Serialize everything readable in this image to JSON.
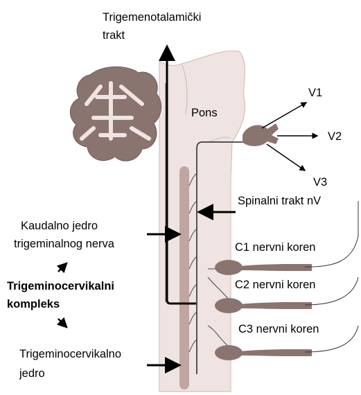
{
  "labels": {
    "tract_line1": "Trigemenotalamički",
    "tract_line2": "trakt",
    "pons": "Pons",
    "v1": "V1",
    "v2": "V2",
    "v3": "V3",
    "spinal_tract": "Spinalni trakt nV",
    "caudal_line1": "Kaudalno jedro",
    "caudal_line2": "trigeminalnog nerva",
    "complex_line1": "Trigeminocervikalni",
    "complex_line2": "kompleks",
    "tcn_line1": "Trigeminocervikalno",
    "tcn_line2": "jedro",
    "c1": "C1 nervni koren",
    "c2": "C2 nervni koren",
    "c3": "C3 nervni koren"
  },
  "colors": {
    "brainstem_fill": "#efe4e2",
    "nucleus_column": "#bfa6a2",
    "ganglion_fill": "#8a7470",
    "cerebellum_fill": "#8a7470",
    "arrow": "#000000"
  }
}
